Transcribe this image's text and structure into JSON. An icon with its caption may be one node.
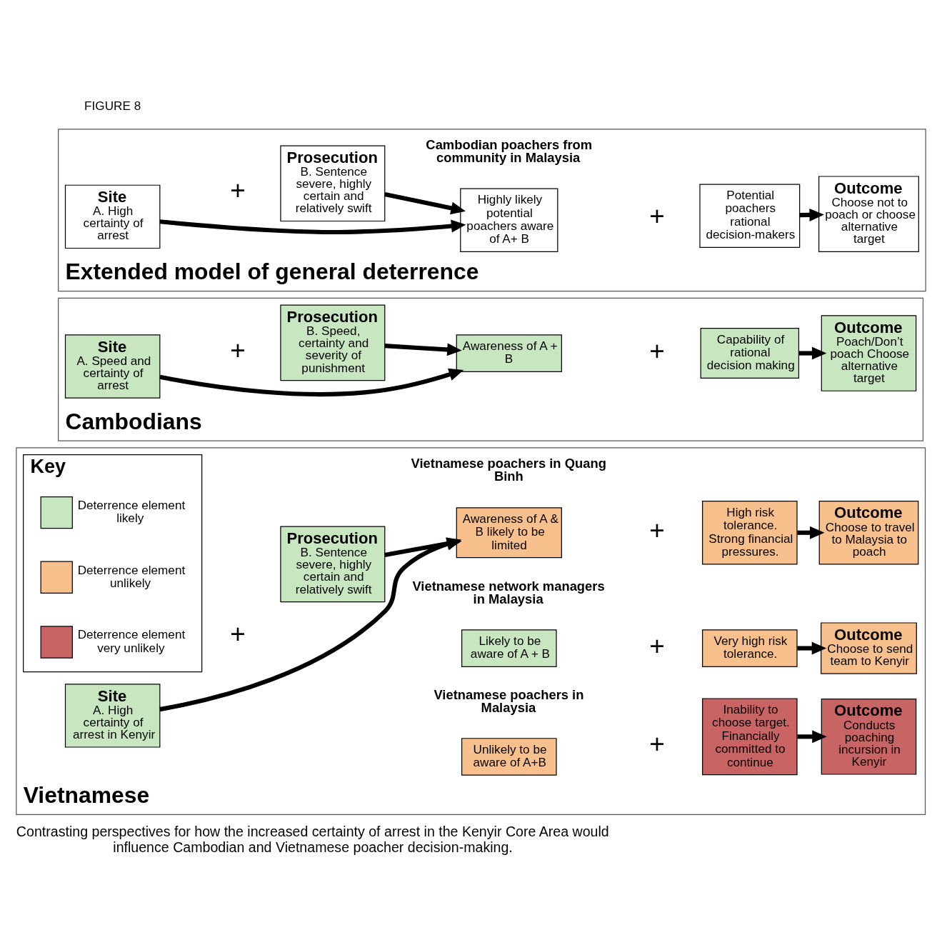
{
  "diagram": {
    "caption": "Contrasting perspectives for how the increased certainty of arrest in the Kenyir Core Area would influence Cambodian and Vietnamese poacher decision-making.",
    "nodes": [
      {
        "text": [
          "Extended model of general deterrence"
        ]
      },
      {
        "text": [
          "Site",
          "A. High certainty of arrest"
        ],
        "in": 0
      },
      {
        "text": [
          "Prosecution",
          "B. Sentence severe, highly certain and relatively swift"
        ],
        "in": 0
      },
      {
        "text": [
          "Highly likely potential poachers aware of A+ B"
        ],
        "in": 0
      },
      {
        "text": [
          "Potential poachers rational decision-makers"
        ],
        "in": 0
      },
      {
        "text": [
          "Outcome",
          "Choose not to poach or choose alternative target"
        ],
        "in": 0
      },
      {
        "text": [
          "Cambodians"
        ]
      },
      {
        "text": [
          "Site",
          "A. Speed and certainty of arrest"
        ],
        "in": 6
      },
      {
        "text": [
          "Prosecution",
          "B. Speed, certainty and severity of punishment"
        ],
        "in": 6
      },
      {
        "text": [
          "Awareness of A + B"
        ],
        "in": 6
      },
      {
        "text": [
          "Capability of rational decision making"
        ],
        "in": 6
      },
      {
        "text": [
          "Outcome",
          "Poach/Don’t poach Choose alternative target"
        ],
        "in": 6
      },
      {
        "text": [
          "Vietnamese"
        ]
      },
      {
        "text": [
          "Site",
          "A. High certainty of arrest in Kenyir"
        ],
        "in": 12
      },
      {
        "text": [
          "Prosecution",
          "B. Sentence severe, highly certain and relatively swift"
        ],
        "in": 12
      },
      {
        "text": [
          "Awareness of A & B likely to be limited"
        ],
        "in": 12
      },
      {
        "text": [
          "High risk tolerance. Strong financial pressures."
        ],
        "in": 12
      },
      {
        "text": [
          "Outcome",
          "Choose to travel to Malaysia to poach"
        ],
        "in": 12
      },
      {
        "text": [
          "Likely to be aware of A + B"
        ],
        "in": 12
      },
      {
        "text": [
          "Very high risk tolerance."
        ],
        "in": 12
      },
      {
        "text": [
          "Outcome",
          "Choose to send team to Kenyir"
        ],
        "in": 12
      },
      {
        "text": [
          "Unlikely to be aware of A+B"
        ],
        "in": 12
      },
      {
        "text": [
          "Inability to choose target. Financially committed to continue"
        ],
        "in": 12
      },
      {
        "text": [
          "Outcome",
          "Conducts poaching incursion in Kenyir"
        ],
        "in": 12
      },
      {
        "text": [
          "Key"
        ],
        "in": 12
      }
    ],
    "edges": [
      {
        "from": 2,
        "to": 3,
        "arrow": "to"
      },
      {
        "from": 4,
        "to": 5,
        "arrow": "to"
      },
      {
        "from": 1,
        "to": 3,
        "arrow": "to"
      },
      {
        "from": 8,
        "to": 9,
        "arrow": "to"
      },
      {
        "from": 10,
        "to": 11,
        "arrow": "to"
      },
      {
        "from": 7,
        "to": 9,
        "arrow": "to"
      },
      {
        "from": 14,
        "to": 15,
        "arrow": "to"
      },
      {
        "from": 16,
        "to": 17,
        "arrow": "to"
      },
      {
        "from": 13,
        "to": 15,
        "arrow": "to"
      },
      {
        "from": 19,
        "to": 20,
        "arrow": "to"
      },
      {
        "from": 22,
        "to": 23,
        "arrow": "to"
      }
    ],
    "labels": [
      "Cambodian poachers from community in Malaysia",
      "+",
      "+",
      "+",
      "+",
      "Vietnamese poachers in Quang Binh",
      "+",
      "+",
      "Vietnamese network managers in Malaysia",
      "+",
      "Vietnamese poachers in Malaysia",
      "+",
      "FIGURE 8"
    ],
    "legend": [
      {
        "text": "Deterrence element likely",
        "color": "#c8e6c0"
      },
      {
        "text": "Deterrence element unlikely",
        "color": "#f8c08c"
      },
      {
        "text": "Deterrence element very unlikely",
        "color": "#c96464"
      }
    ]
  }
}
